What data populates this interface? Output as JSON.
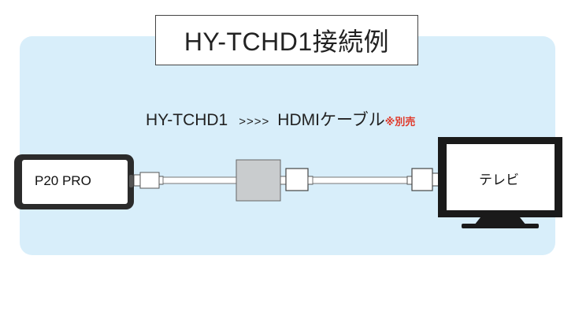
{
  "title": "HY-TCHD1接続例",
  "subtitle": {
    "product": "HY-TCHD1",
    "arrows": ">>>>",
    "cable": "HDMIケーブル",
    "note": "※別売"
  },
  "devices": {
    "phone_label": "P20 PRO",
    "tv_label": "テレビ"
  },
  "colors": {
    "panel": "#d8eefa",
    "note": "#e03a2b",
    "adapter": "#c9ccce"
  }
}
